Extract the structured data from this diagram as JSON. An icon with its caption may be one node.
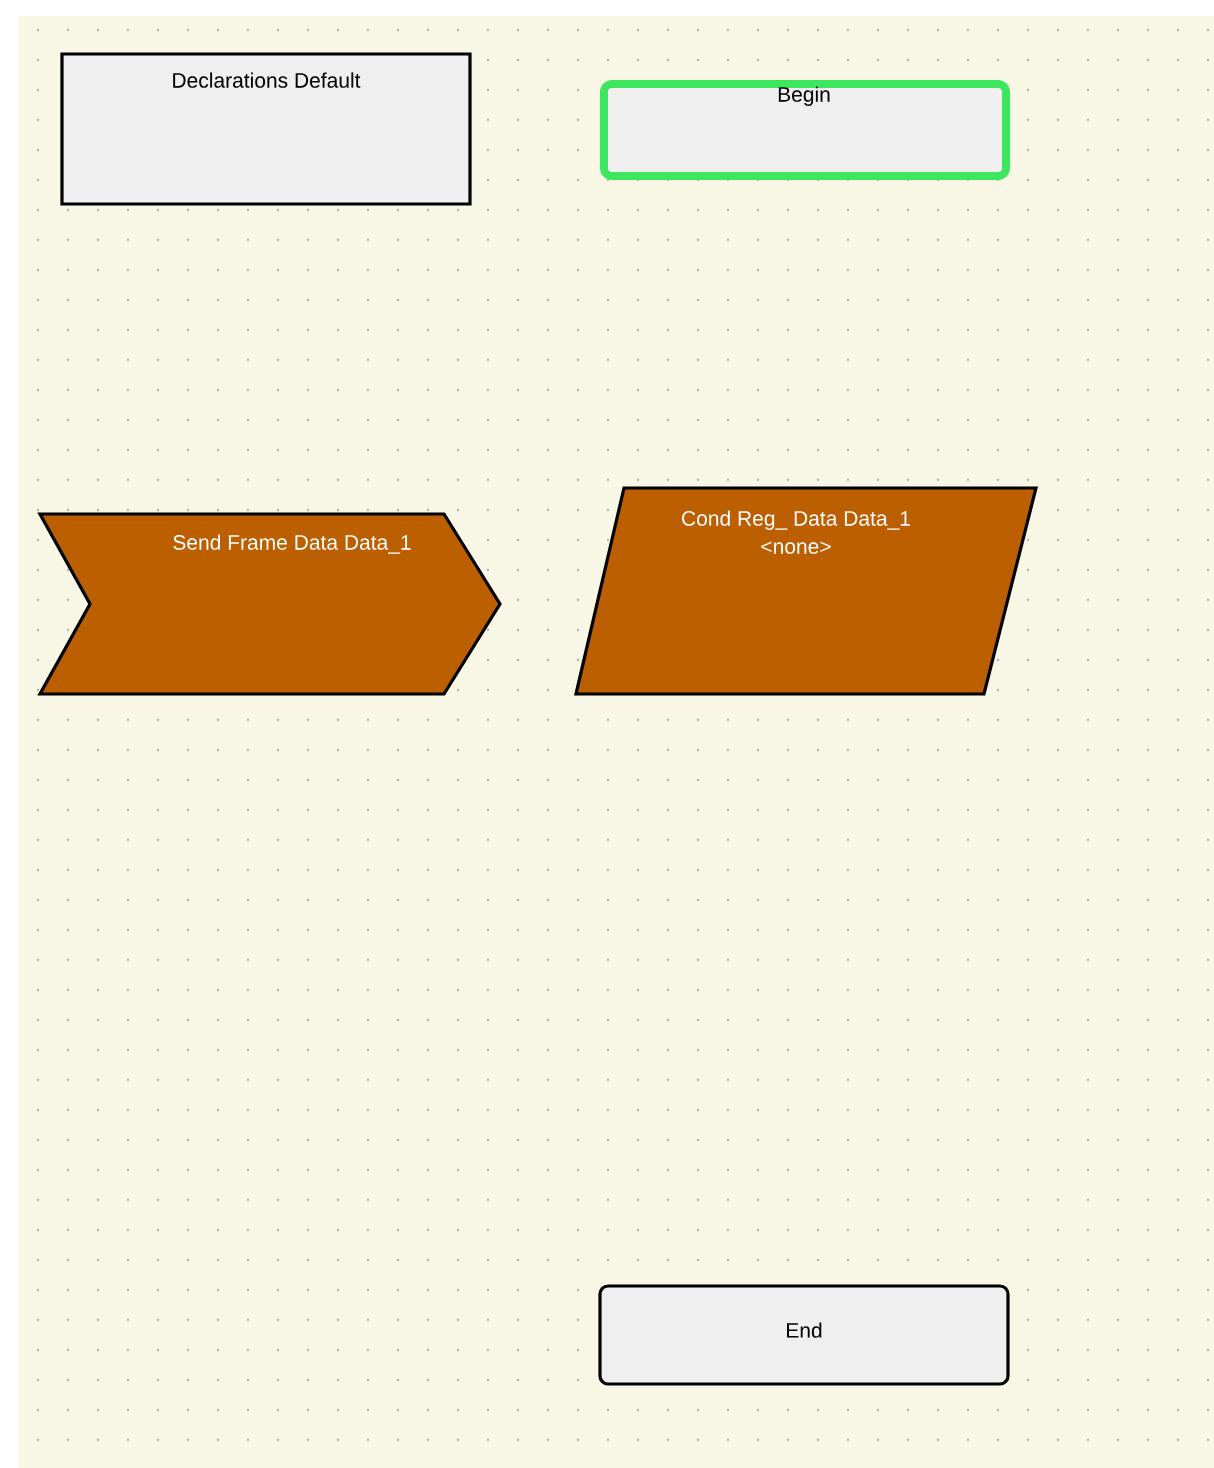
{
  "diagram": {
    "nodes": [
      {
        "text": [
          "Declarations Default"
        ]
      },
      {
        "text": [
          "Begin"
        ]
      },
      {
        "text": [
          "Send Frame Data Data_1"
        ]
      },
      {
        "text": [
          "Cond Reg_ Data Data_1",
          "<none>"
        ]
      },
      {
        "text": [
          "End"
        ]
      }
    ]
  }
}
